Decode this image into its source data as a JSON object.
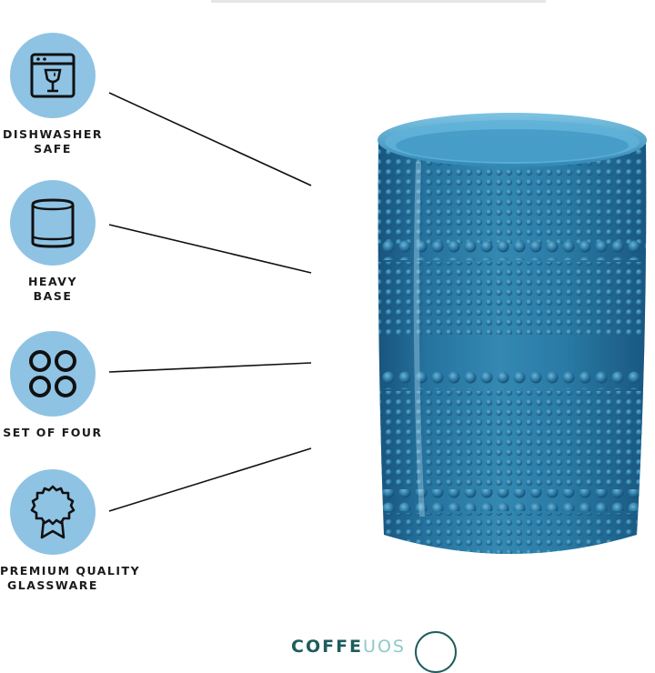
{
  "features": [
    {
      "icon": "dishwasher-icon",
      "line1": "DISHWASHER",
      "line2": "SAFE"
    },
    {
      "icon": "heavy-base-glass-icon",
      "line1": "HEAVY",
      "line2": "BASE"
    },
    {
      "icon": "four-circles-icon",
      "line1": "SET OF FOUR",
      "line2": ""
    },
    {
      "icon": "award-ribbon-icon",
      "line1": "PREMIUM QUALITY",
      "line2": "GLASSWARE"
    }
  ],
  "brand": {
    "name_dark": "COFFE",
    "name_light": "UOS"
  },
  "colors": {
    "badge": "#8fc3e4",
    "glass": "#2d86ad",
    "glass_dark": "#1d5f86",
    "brand": "#1f5c5c"
  }
}
